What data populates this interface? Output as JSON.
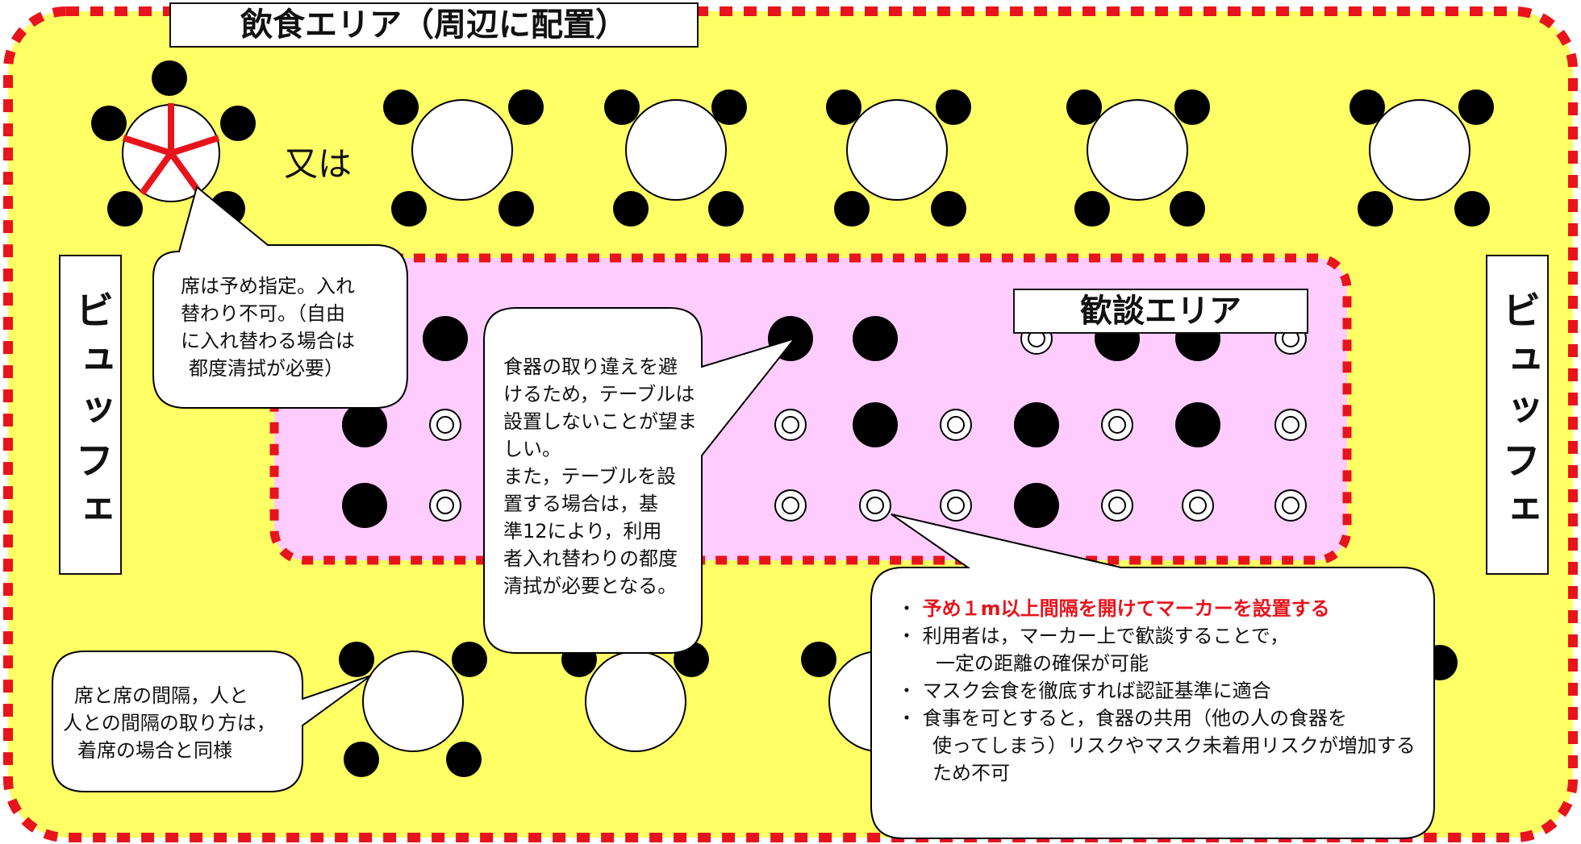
{
  "dining_area": {
    "title": "飲食エリア（周辺に配置）",
    "or_label": "又は",
    "fill": "#ffff66",
    "border": "#e8141c"
  },
  "chat_area": {
    "title": "歓談エリア",
    "fill": "#ffccff"
  },
  "buffet": {
    "left_label": "ビュッフェ",
    "right_label": "ビュッフェ"
  },
  "callouts": {
    "reserved_seats": [
      "席は予め指定。入れ",
      "替わり不可。（自由",
      "に入れ替わる場合は",
      "都度清拭が必要）"
    ],
    "spacing": [
      "席と席の間隔，人と",
      "人との間隔の取り方は，",
      "着席の場合と同様"
    ],
    "tableware": [
      "食器の取り違えを避",
      "けるため，テーブルは",
      "設置しないことが望ま",
      "しい。",
      "また，テーブルを設",
      "置する場合は，基",
      "準12により，利用",
      "者入れ替わりの都度",
      "清拭が必要となる。"
    ],
    "markers": {
      "highlight": "予め１m以上間隔を開けてマーカーを設置する",
      "items": [
        [
          "利用者は，マーカー上で歓談することで，",
          "一定の距離の確保が可能"
        ],
        [
          "マスク会食を徹底すれば認証基準に適合"
        ],
        [
          "食事を可とすると，食器の共用（他の人の食器を",
          "使ってしまう）リスクやマスク未着用リスクが増加する",
          "ため不可"
        ]
      ]
    }
  },
  "icons": {
    "person": "person-seat-icon",
    "marker": "floor-marker-icon",
    "table": "round-table-icon"
  }
}
